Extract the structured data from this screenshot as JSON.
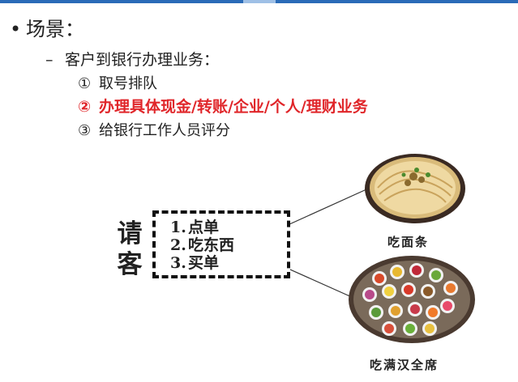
{
  "header": {
    "accent_color": "#2a6bb8"
  },
  "outline": {
    "bullet_symbol": "•",
    "scene_label": "场景：",
    "dash_symbol": "–",
    "sub_label": "客户到银行办理业务：",
    "items": [
      {
        "num": "①",
        "text": "取号排队"
      },
      {
        "num": "②",
        "text": "办理具体现金/转账/企业/个人/理财业务",
        "highlight_color": "#e0262a"
      },
      {
        "num": "③",
        "text": "给银行工作人员评分"
      }
    ]
  },
  "diagram": {
    "guest_label_line1": "请",
    "guest_label_line2": "客",
    "menu": [
      {
        "n": "1.",
        "text": "点单"
      },
      {
        "n": "2.",
        "text": "吃东西"
      },
      {
        "n": "3.",
        "text": "买单"
      }
    ],
    "food": [
      {
        "icon": "noodle-bowl-image",
        "caption": "吃面条"
      },
      {
        "icon": "banquet-dishes-image",
        "caption": "吃满汉全席"
      }
    ]
  }
}
